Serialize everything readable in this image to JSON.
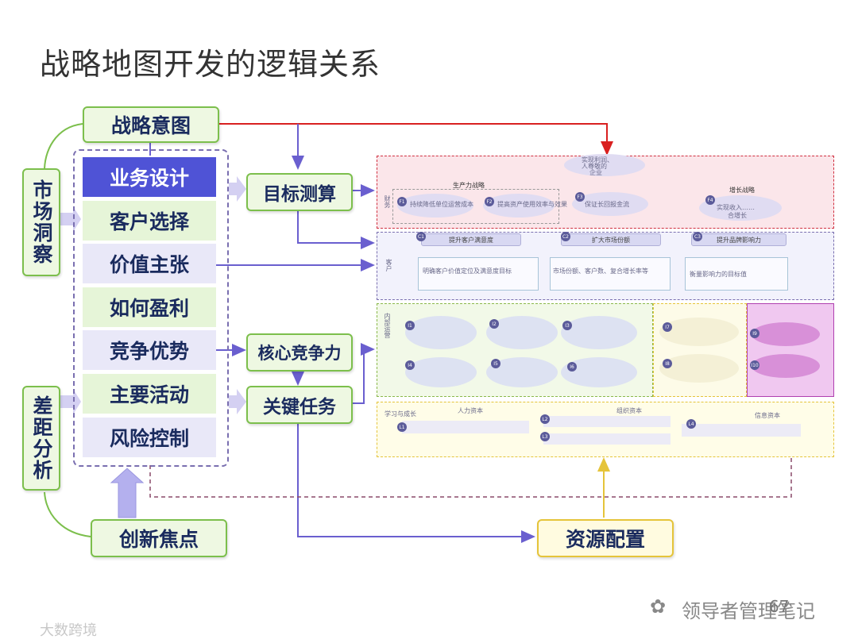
{
  "title": "战略地图开发的逻辑关系",
  "boxes": {
    "intent": "战略意图",
    "market": "市场洞察",
    "gap": "差距分析",
    "innovation": "创新焦点",
    "target": "目标测算",
    "core": "核心竞争力",
    "tasks": "关键任务",
    "resource": "资源配置"
  },
  "rows": [
    "业务设计",
    "客户选择",
    "价值主张",
    "如何盈利",
    "竞争优势",
    "主要活动",
    "风险控制"
  ],
  "map": {
    "finance_label": "财务",
    "finance_top": "实现利润、",
    "finance_top2": "人尊敬的",
    "finance_top3": "企业",
    "productivity": "生产力战略",
    "growth": "增长战略",
    "f1": "持续降低单位运营成本",
    "f2": "提高资产使用效率与效果",
    "f3": "保证长回报金流",
    "f4": "实现收入……",
    "f4b": "合增长",
    "customer_label": "客户",
    "c1": "提升客户满意度",
    "c2": "扩大市场份额",
    "c3": "提升品牌影响力",
    "c1d": "明确客户价值定位及满意度目标",
    "c2d": "市场份额、客户数、复合增长率等",
    "c3d": "衡量影响力的目标值",
    "internal_label": "内部运营",
    "learning_label": "学习与成长",
    "l_hr": "人力资本",
    "l_org": "组织资本",
    "l_info": "信息资本",
    "badges": {
      "f1": "F1",
      "f2": "F2",
      "f3": "F3",
      "f4": "F4",
      "c1": "C1",
      "c2": "C2",
      "c3": "C3",
      "i1": "I1",
      "i2": "I2",
      "i3": "I3",
      "i4": "I4",
      "i5": "I5",
      "i6": "I6",
      "i7": "I7",
      "i8": "I8",
      "i9": "I9",
      "i10": "I10",
      "l1": "L1",
      "l2": "L2",
      "l3": "L3",
      "l4": "L4"
    }
  },
  "watermark_right": "领导者管理笔记",
  "watermark_left": "大数跨境",
  "page_number": "67"
}
